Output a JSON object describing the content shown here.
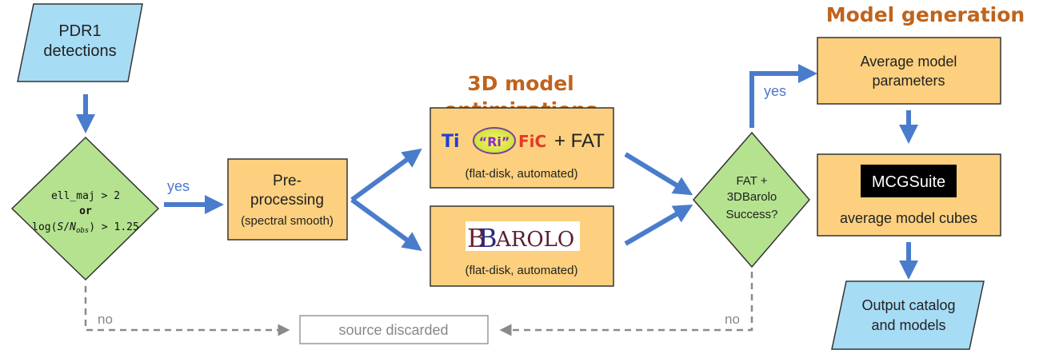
{
  "titles": {
    "optimizations_line1": "3D model",
    "optimizations_line2": "optimizations",
    "generation": "Model generation"
  },
  "nodes": {
    "detections": {
      "line1": "PDR1",
      "line2": "detections"
    },
    "criteria": {
      "line1": "ell_maj > 2",
      "line2": "or",
      "line3_pre": "log(",
      "line3_s": "S",
      "line3_slash": "/",
      "line3_n": "N",
      "line3_sub": "obs",
      "line3_post": ") > 1.25"
    },
    "preprocessing": {
      "line1": "Pre-",
      "line2": "processing",
      "line3": "(spectral smooth)"
    },
    "tirific": {
      "logo_t": "Ti",
      "logo_ri": "“Ri”",
      "logo_fic": "FiC",
      "suffix": "+ FAT",
      "caption": "(flat-disk, automated)"
    },
    "barolo": {
      "logo_b1": "B",
      "logo_b2": "B",
      "logo_rest": "AROLO",
      "caption": "(flat-disk, automated)"
    },
    "success": {
      "line1": "FAT +",
      "line2": "3DBarolo",
      "line3": "Success?"
    },
    "average_params": {
      "line1": "Average model",
      "line2": "parameters"
    },
    "mcgsuite": {
      "logo": "MCGSuite",
      "caption": "average model cubes"
    },
    "output": {
      "line1": "Output catalog",
      "line2": "and models"
    },
    "discarded": {
      "label": "source discarded"
    }
  },
  "edge_labels": {
    "yes_criteria": "yes",
    "yes_success": "yes",
    "no_criteria": "no",
    "no_success": "no"
  },
  "colors": {
    "blue_fill": "#a7dcf5",
    "green_fill": "#b5e28f",
    "orange_fill": "#fcd07e",
    "arrow_blue": "#4a7ccc",
    "title_orange": "#c0631c",
    "gray": "#8a8a8a"
  }
}
